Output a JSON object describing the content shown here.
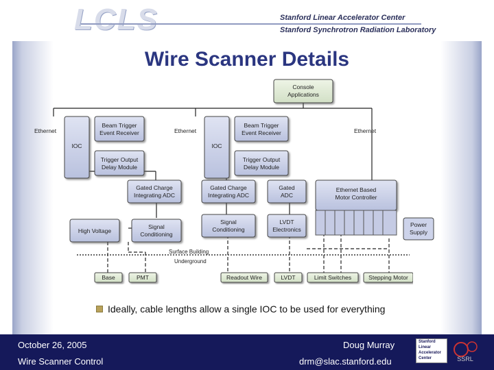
{
  "header": {
    "logo_text": "LCLS",
    "org_line1": "Stanford Linear Accelerator Center",
    "org_line2": "Stanford Synchrotron Radiation Laboratory"
  },
  "slide": {
    "title": "Wire Scanner Details",
    "bullet": "Ideally, cable lengths allow a single IOC to be used for everything"
  },
  "diagram": {
    "console": "Console\nApplications",
    "ethernet_left": "Ethernet",
    "ethernet_mid": "Ethernet",
    "ethernet_right": "Ethernet",
    "ioc1": "IOC",
    "ioc2": "IOC",
    "beam_trigger1": "Beam Trigger\nEvent Receiver",
    "beam_trigger2": "Beam Trigger\nEvent Receiver",
    "trigger_delay1": "Trigger Output\nDelay Module",
    "trigger_delay2": "Trigger Output\nDelay Module",
    "gated_charge1": "Gated Charge\nIntegrating ADC",
    "gated_charge2": "Gated Charge\nIntegrating ADC",
    "gated_adc": "Gated\nADC",
    "motor_controller": "Ethernet Based\nMotor Controller",
    "high_voltage": "High Voltage",
    "signal_cond1": "Signal\nConditioning",
    "signal_cond2": "Signal\nConditioning",
    "lvdt_electronics": "LVDT\nElectronics",
    "power_supply": "Power\nSupply",
    "surface_building": "Surface Building",
    "underground": "Underground",
    "base": "Base",
    "pmt": "PMT",
    "readout_wire": "Readout Wire",
    "lvdt": "LVDT",
    "limit_switches": "Limit Switches",
    "stepping_motor": "Stepping Motor"
  },
  "footer": {
    "date": "October 26, 2005",
    "talk_title": "Wire Scanner Control",
    "author": "Doug Murray",
    "email": "drm@slac.stanford.edu",
    "logo_l1": "Stanford",
    "logo_l2": "Linear",
    "logo_l3": "Accelerator",
    "logo_l4": "Center",
    "ssrl": "SSRL"
  }
}
